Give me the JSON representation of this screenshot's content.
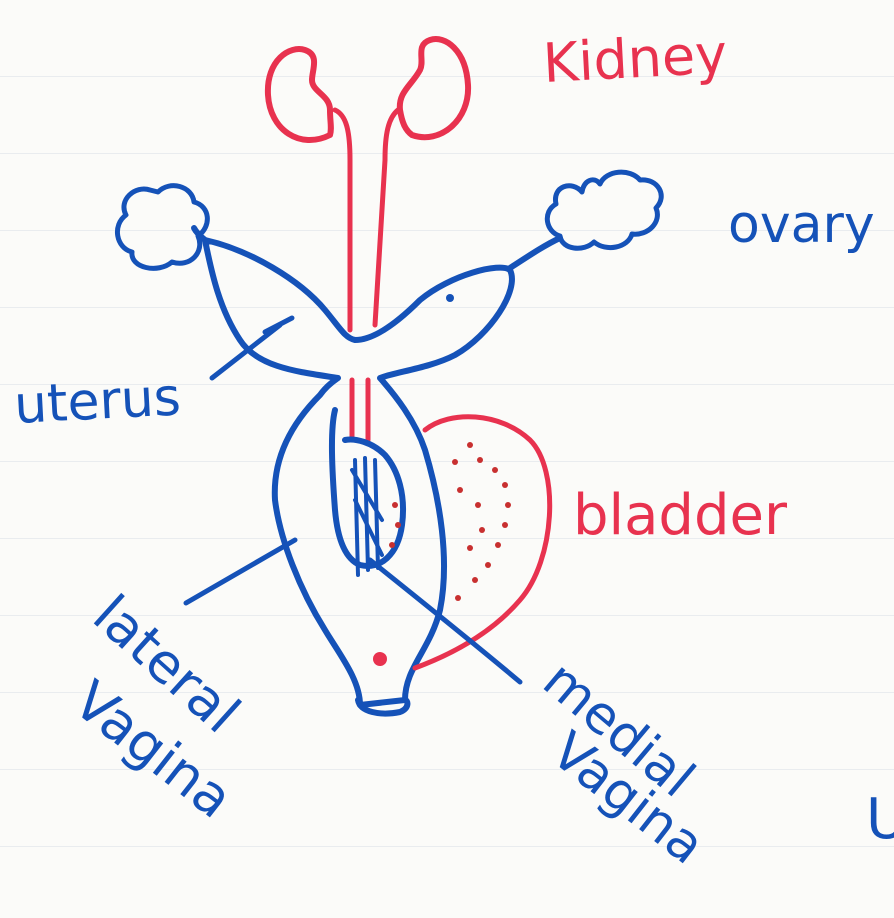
{
  "labels": {
    "kidney": "Kidney",
    "ovary": "ovary",
    "uterus": "uterus",
    "bladder": "bladder",
    "lateral": "lateral",
    "lateral_vagina": "Vagina",
    "medial": "medial",
    "medial_vagina": "Vagina",
    "partial_letter": "U"
  },
  "colors": {
    "red": "#e8324f",
    "blue": "#1552b8",
    "paper": "#fbfbf9"
  }
}
